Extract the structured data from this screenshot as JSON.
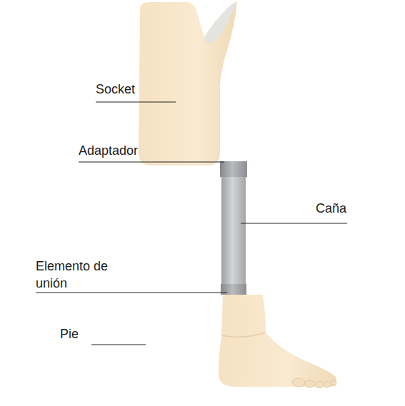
{
  "diagram": {
    "labels": [
      "Socket",
      "Adaptador",
      "Caña",
      "Elemento de unión",
      "Pie"
    ]
  }
}
